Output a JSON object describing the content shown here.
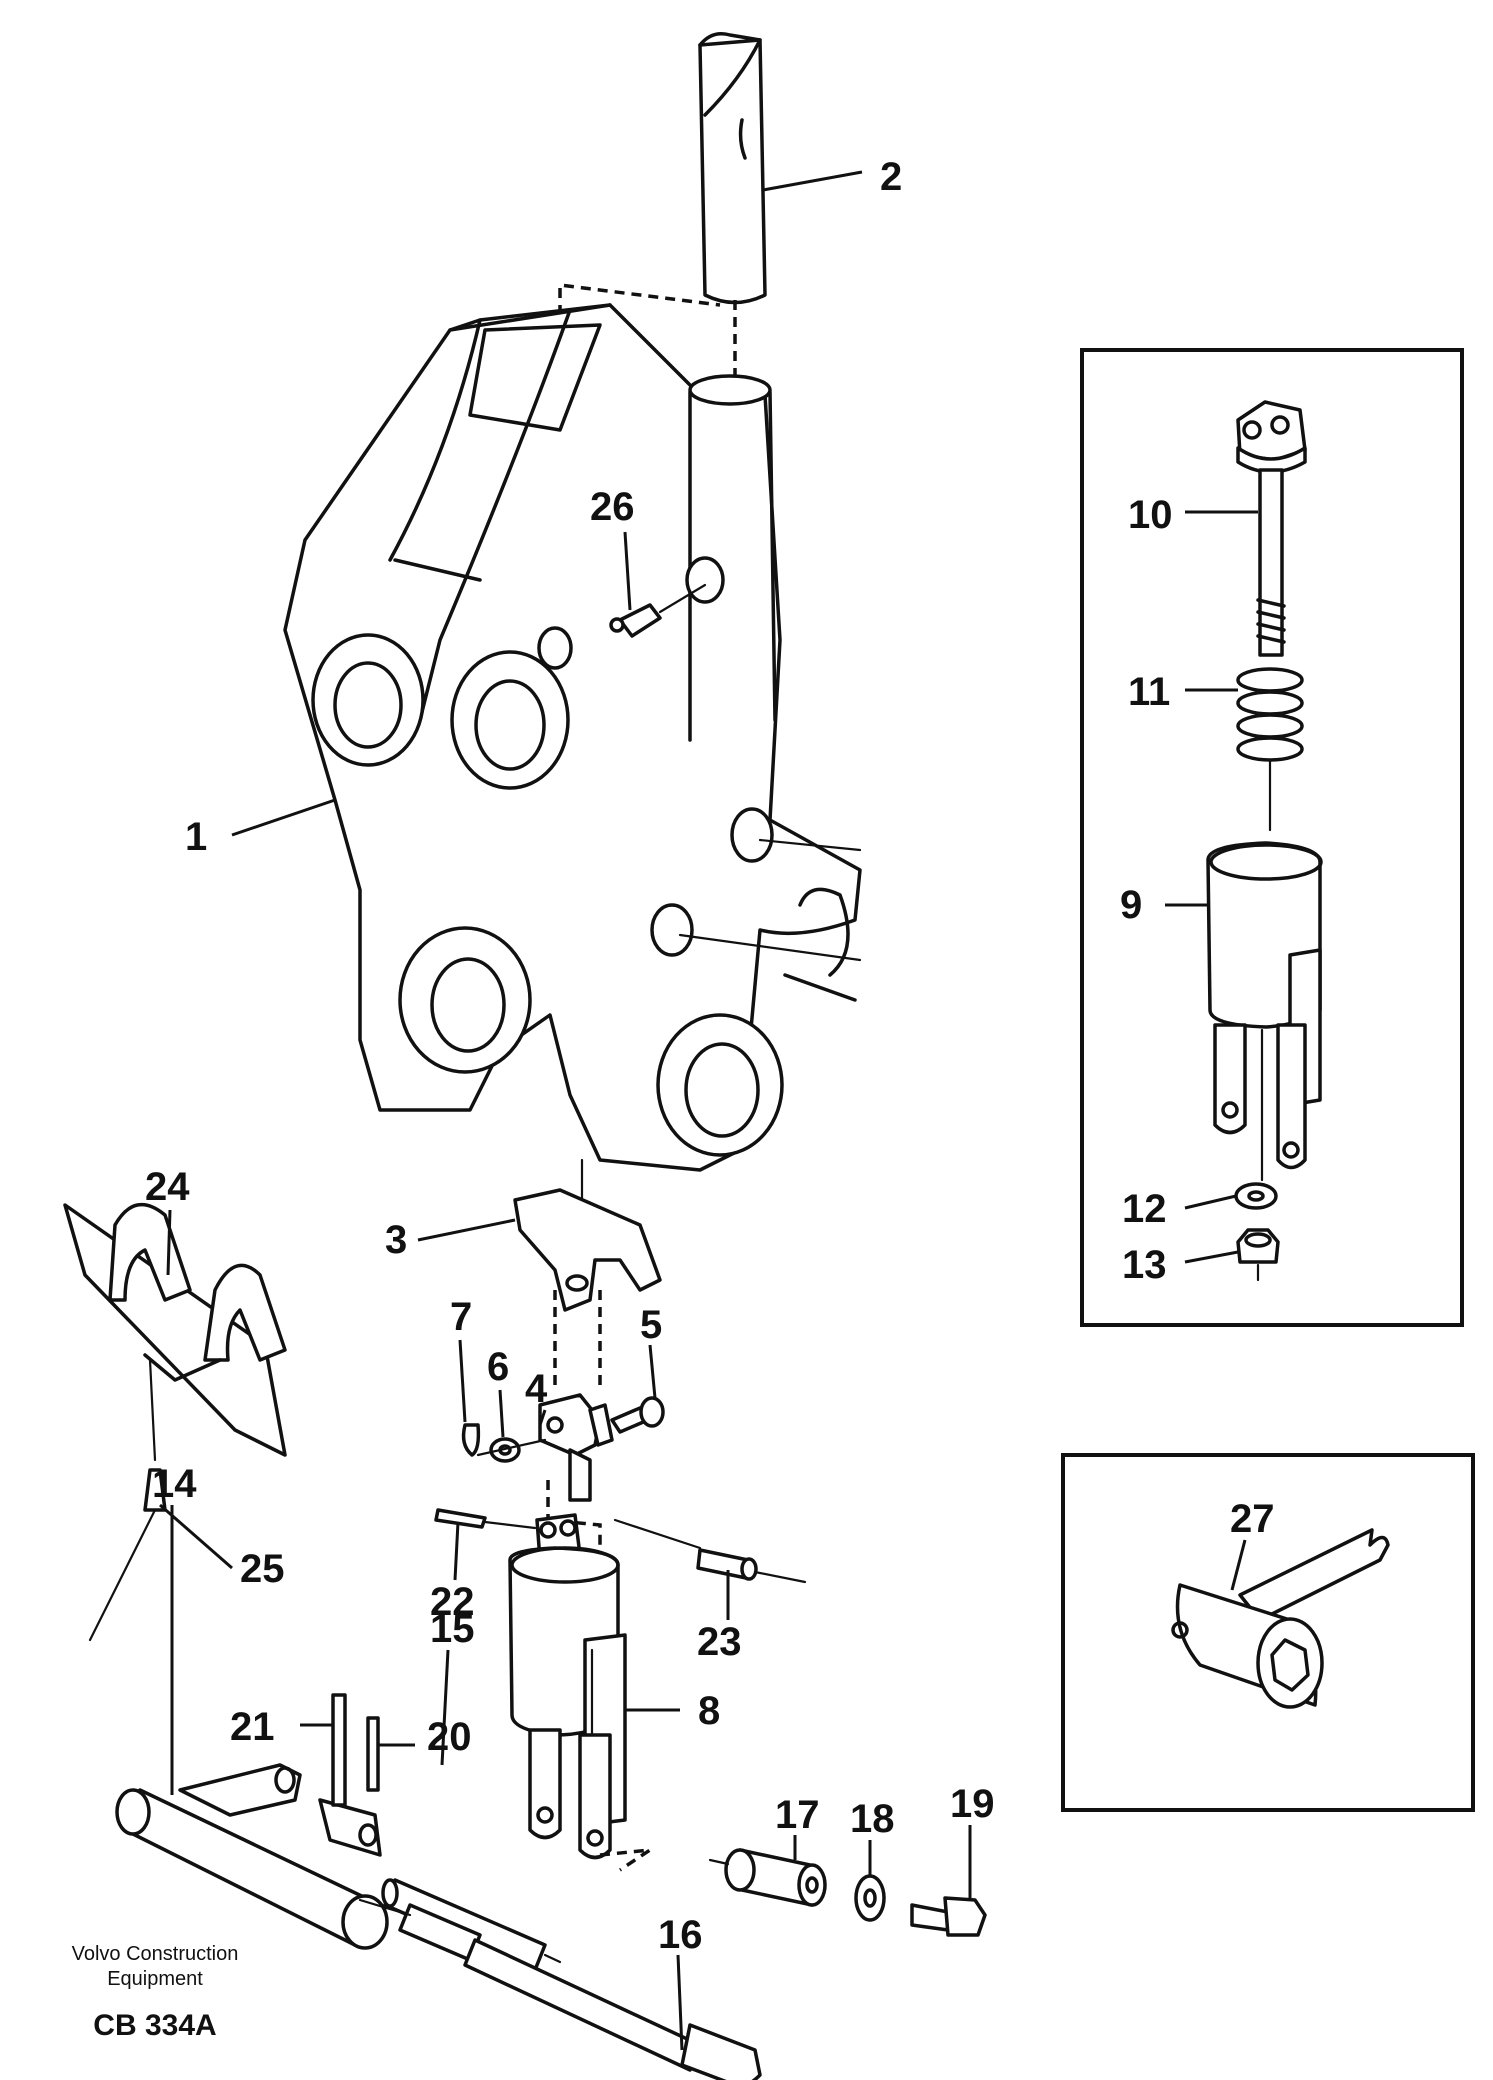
{
  "labels": {
    "l1": "1",
    "l2": "2",
    "l3": "3",
    "l4": "4",
    "l5": "5",
    "l6": "6",
    "l7": "7",
    "l8": "8",
    "l9": "9",
    "l10": "10",
    "l11": "11",
    "l12": "12",
    "l13": "13",
    "l14": "14",
    "l15": "15",
    "l16": "16",
    "l17": "17",
    "l18": "18",
    "l19": "19",
    "l20": "20",
    "l21": "21",
    "l22": "22",
    "l23": "23",
    "l24": "24",
    "l25": "25",
    "l26": "26",
    "l27": "27"
  },
  "footer": {
    "company_line1": "Volvo Construction",
    "company_line2": "Equipment",
    "code": "CB 334A"
  }
}
